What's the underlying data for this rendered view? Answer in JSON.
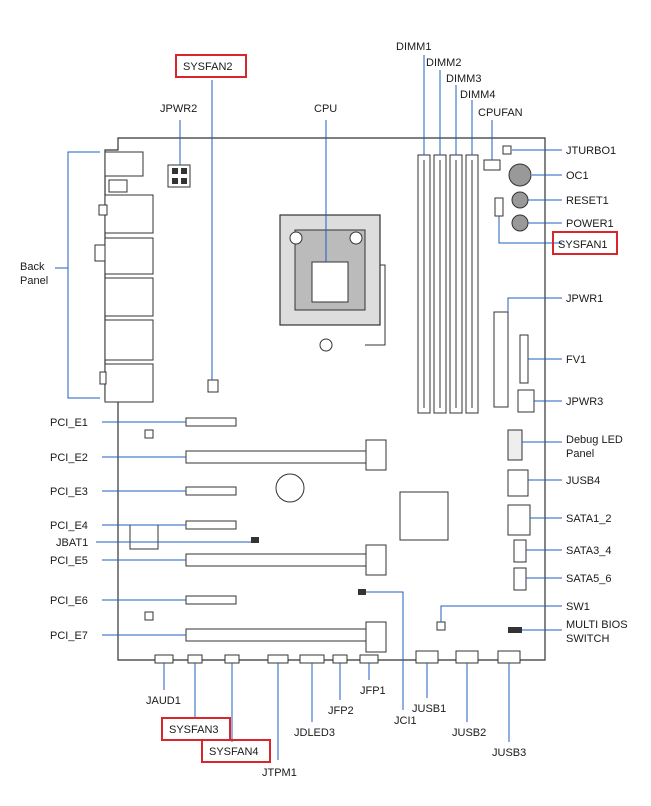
{
  "labels": {
    "sysfan2": "SYSFAN2",
    "jpwr2": "JPWR2",
    "cpu": "CPU",
    "dimm1": "DIMM1",
    "dimm2": "DIMM2",
    "dimm3": "DIMM3",
    "dimm4": "DIMM4",
    "cpufan": "CPUFAN",
    "jturbo1": "JTURBO1",
    "oc1": "OC1",
    "reset1": "RESET1",
    "power1": "POWER1",
    "sysfan1": "SYSFAN1",
    "back_panel_1": "Back",
    "back_panel_2": "Panel",
    "jpwr1": "JPWR1",
    "fv1": "FV1",
    "jpwr3": "JPWR3",
    "pci_e1": "PCI_E1",
    "pci_e2": "PCI_E2",
    "pci_e3": "PCI_E3",
    "pci_e4": "PCI_E4",
    "jbat1": "JBAT1",
    "pci_e5": "PCI_E5",
    "pci_e6": "PCI_E6",
    "pci_e7": "PCI_E7",
    "debug_led_1": "Debug LED",
    "debug_led_2": "Panel",
    "jusb4": "JUSB4",
    "sata1_2": "SATA1_2",
    "sata3_4": "SATA3_4",
    "sata5_6": "SATA5_6",
    "sw1": "SW1",
    "multi_bios_1": "MULTI  BIOS",
    "multi_bios_2": "SWITCH",
    "jaud1": "JAUD1",
    "sysfan3": "SYSFAN3",
    "sysfan4": "SYSFAN4",
    "jtpm1": "JTPM1",
    "jdled3": "JDLED3",
    "jfp2": "JFP2",
    "jfp1": "JFP1",
    "jci1": "JCI1",
    "jusb1": "JUSB1",
    "jusb2": "JUSB2",
    "jusb3": "JUSB3"
  },
  "colors": {
    "highlight_box": "#d9262c",
    "line": "#1f5fbf",
    "board_outline": "#333333"
  }
}
